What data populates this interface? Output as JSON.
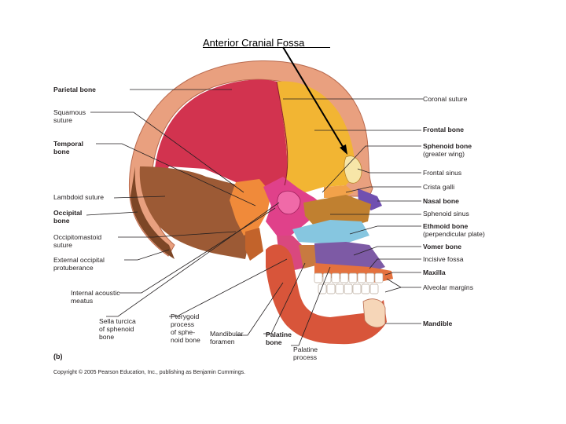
{
  "header": {
    "title": "Anterior Cranial Fossa"
  },
  "figure": {
    "panel": "(b)",
    "copyright": "Copyright © 2005 Pearson Education, Inc., publishing as Benjamin Cummings.",
    "labels": {
      "parietal_bone": [
        "Parietal bone"
      ],
      "squamous_suture": [
        "Squamous",
        "suture"
      ],
      "temporal_bone": [
        "Temporal",
        "bone"
      ],
      "lambdoid_suture": [
        "Lambdoid suture"
      ],
      "occipital_bone": [
        "Occipital",
        "bone"
      ],
      "occipitomastoid_suture": [
        "Occipitomastoid",
        "suture"
      ],
      "external_occipital_protuberance": [
        "External occipital",
        "protuberance"
      ],
      "internal_acoustic_meatus": [
        "Internal acoustic",
        "meatus"
      ],
      "sella_turcica": [
        "Sella turcica",
        "of sphenoid",
        "bone"
      ],
      "pterygoid_process": [
        "Pterygoid",
        "process",
        "of sphe-",
        "noid bone"
      ],
      "mandibular_foramen": [
        "Mandibular",
        "foramen"
      ],
      "palatine_bone": [
        "Palatine",
        "bone"
      ],
      "palatine_process": [
        "Palatine",
        "process"
      ],
      "coronal_suture": [
        "Coronal suture"
      ],
      "frontal_bone": [
        "Frontal bone"
      ],
      "sphenoid_bone": [
        "Sphenoid bone",
        "(greater wing)"
      ],
      "frontal_sinus": [
        "Frontal sinus"
      ],
      "crista_galli": [
        "Crista galli"
      ],
      "nasal_bone": [
        "Nasal bone"
      ],
      "sphenoid_sinus": [
        "Sphenoid sinus"
      ],
      "ethmoid_bone": [
        "Ethmoid bone",
        "(perpendicular plate)"
      ],
      "vomer_bone": [
        "Vomer bone"
      ],
      "incisive_fossa": [
        "Incisive fossa"
      ],
      "maxilla": [
        "Maxilla"
      ],
      "alveolar_margins": [
        "Alveolar margins"
      ],
      "mandible": [
        "Mandible"
      ]
    },
    "colors": {
      "parietal": "#d2334f",
      "frontal": "#f2b533",
      "temporal": "#f08a3a",
      "occipital": "#9c5a35",
      "sphenoid": "#e0418a",
      "ethmoid": "#86c6e0",
      "vomer": "#7d5aa5",
      "nasal": "#7050b0",
      "maxilla": "#e4713e",
      "mandible": "#d8553a",
      "palatine": "#c87a40",
      "bone_rim": "#e9a07f"
    }
  }
}
